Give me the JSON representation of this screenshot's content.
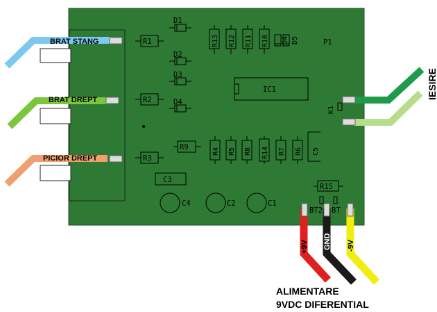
{
  "board": {
    "color": "#2e7a34",
    "connector_label": "P1",
    "ic_label": "IC1",
    "relay_label": "K1",
    "components_h": [
      "R1",
      "R2",
      "R3",
      "R9",
      "R15",
      "D1",
      "D2",
      "D3",
      "D4"
    ],
    "components_v": [
      "R13",
      "R12",
      "R11",
      "R10",
      "D4",
      "D5",
      "R4",
      "R5",
      "R8",
      "R14",
      "R7",
      "R6",
      "C5"
    ],
    "capacitors": [
      "C4",
      "C2",
      "C1"
    ],
    "c3_label": "C3",
    "bt2_label": "BT2",
    "bt_label": "BT"
  },
  "inputs": [
    {
      "label": "BRAT STANG",
      "color": "#7ec8f0"
    },
    {
      "label": "BRAT DREPT",
      "color": "#7cc63e"
    },
    {
      "label": "PICIOR DREPT",
      "color": "#f0a070"
    }
  ],
  "output": {
    "label": "IESIRE",
    "color_dark": "#1f9a4a",
    "color_light": "#b6dd8a"
  },
  "power": {
    "wires": [
      {
        "label": "+9V",
        "color": "#e02020"
      },
      {
        "label": "GND",
        "color": "#1a1a1a"
      },
      {
        "label": "-9V",
        "color": "#f0ee10"
      }
    ],
    "title_line1": "ALIMENTARE",
    "title_line2": "9VDC DIFERENTIAL"
  }
}
